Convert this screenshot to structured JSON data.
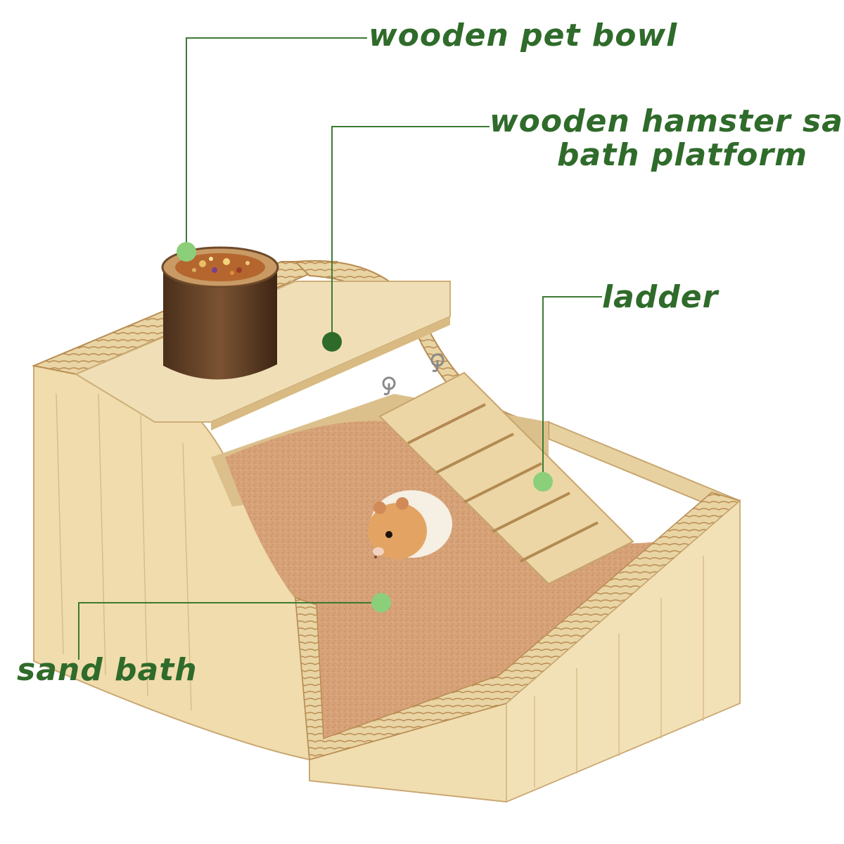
{
  "labels": {
    "pet_bowl": "wooden pet bowl",
    "platform_line1": "wooden hamster sand",
    "platform_line2": "bath platform",
    "ladder": "ladder",
    "sand_bath": "sand bath"
  },
  "colors": {
    "label_text": "#2f6b2a",
    "leader_line": "#3d7a34",
    "dot_light": "#8ccf7a",
    "dot_dark": "#2e6b2a",
    "wood": "#eedcb2",
    "sand": "#d9a57a"
  }
}
